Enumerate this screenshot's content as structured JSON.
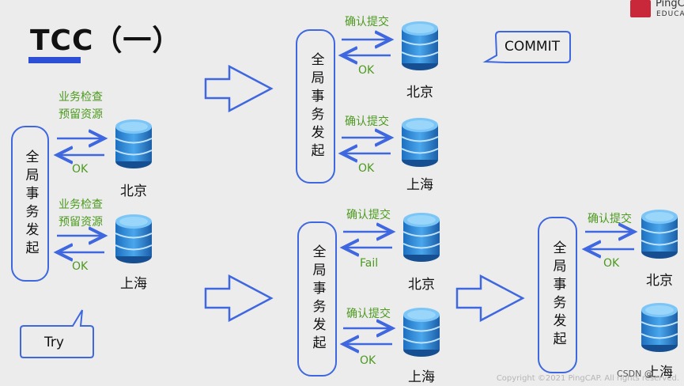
{
  "title": "TCC（一）",
  "pill_text": "全局事务发起",
  "labels": {
    "check_reserve_1": "业务检查",
    "check_reserve_2": "预留资源",
    "confirm": "确认提交",
    "ok": "OK",
    "fail": "Fail"
  },
  "cities": {
    "beijing": "北京",
    "shanghai": "上海"
  },
  "callouts": {
    "try": "Try",
    "commit": "COMMIT"
  },
  "logo": {
    "name": "PingC",
    "sub": "EDUCAT"
  },
  "copyright": "Copyright ©2021 PingCAP. All rights reserved.",
  "watermark": "CSDN @"
}
